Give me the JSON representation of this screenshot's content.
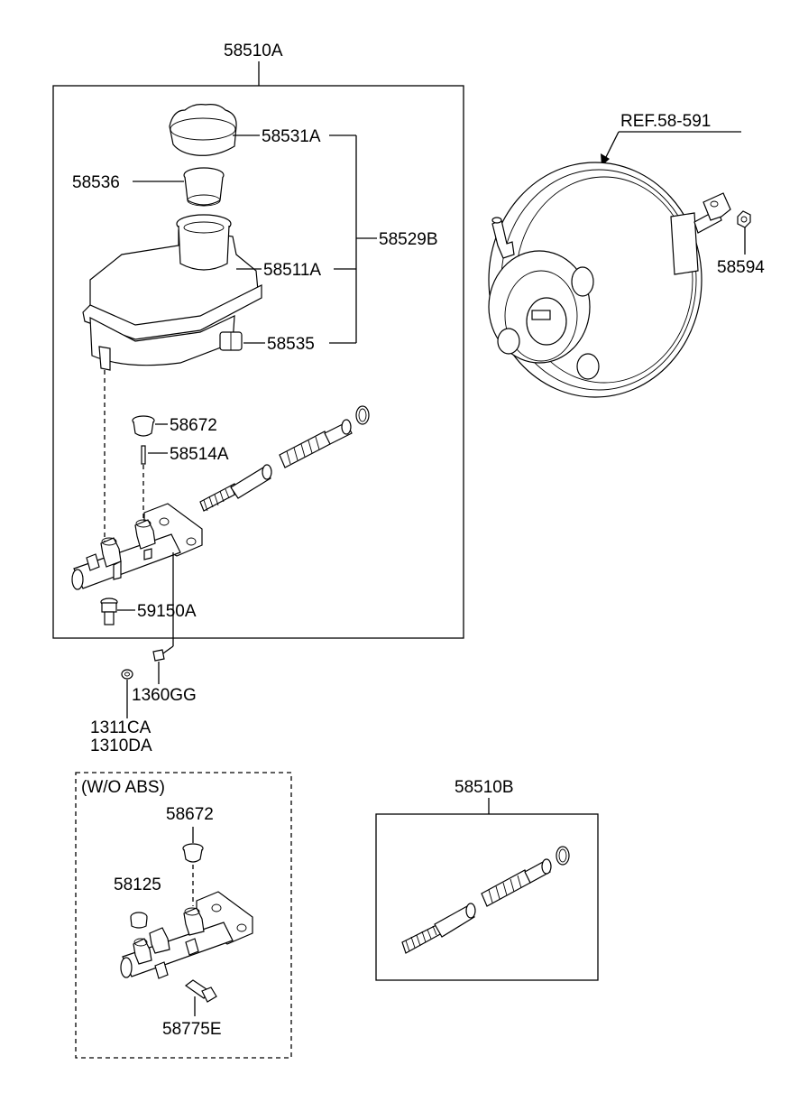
{
  "labels": {
    "assy_main": "58510A",
    "cap": "58531A",
    "strainer": "58536",
    "reservoir_kit": "58529B",
    "reservoir": "58511A",
    "seal_grommet": "58535",
    "plug_top": "58672",
    "pin": "58514A",
    "sensor": "59150A",
    "washer": "1360GG",
    "nut_a": "1311CA",
    "nut_b": "1310DA",
    "booster_ref": "REF.58-591",
    "clevis_nut": "58594",
    "wo_abs_title": "(W/O ABS)",
    "wo_plug_top": "58672",
    "wo_plug": "58125",
    "wo_valve": "58775E",
    "piston_kit": "58510B"
  },
  "colors": {
    "line": "#000000",
    "background": "#ffffff"
  }
}
